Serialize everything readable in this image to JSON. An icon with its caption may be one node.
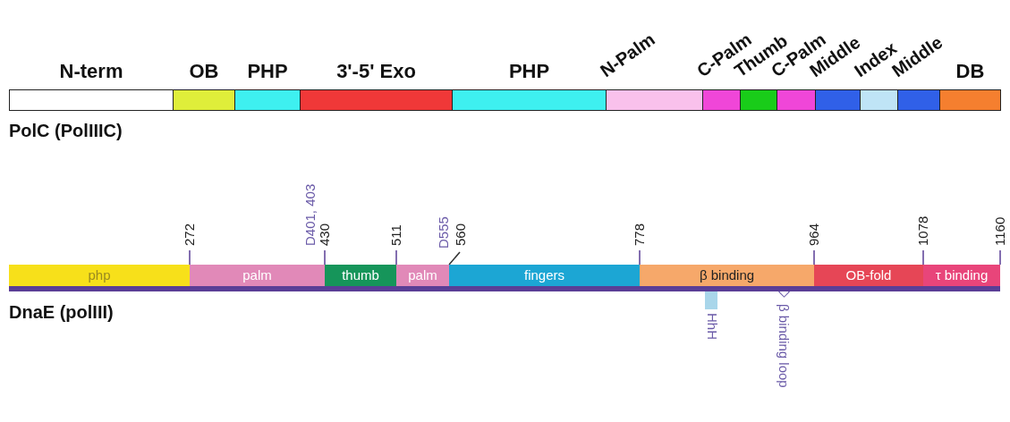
{
  "diagram": {
    "nodes": [
      {
        "text": [
          "N-term"
        ]
      },
      {
        "text": [
          "OB"
        ]
      },
      {
        "text": [
          "PHP"
        ]
      },
      {
        "text": [
          "3'-5' Exo"
        ]
      },
      {
        "text": [
          "PHP"
        ]
      },
      {
        "text": [
          "N-Palm"
        ]
      },
      {
        "text": [
          "C-Palm"
        ]
      },
      {
        "text": [
          "Thumb"
        ]
      },
      {
        "text": [
          "C-Palm"
        ]
      },
      {
        "text": [
          "Middle"
        ]
      },
      {
        "text": [
          "Index"
        ]
      },
      {
        "text": [
          "Middle"
        ]
      },
      {
        "text": [
          "DB"
        ]
      },
      {
        "text": [
          "php"
        ]
      },
      {
        "text": [
          "palm"
        ]
      },
      {
        "text": [
          "thumb"
        ]
      },
      {
        "text": [
          "palm"
        ]
      },
      {
        "text": [
          "fingers"
        ]
      },
      {
        "text": [
          "β binding"
        ]
      },
      {
        "text": [
          "OB-fold"
        ]
      },
      {
        "text": [
          "τ binding"
        ]
      },
      {
        "text": [
          "HhH"
        ]
      },
      {
        "text": [
          "β binding loop"
        ]
      },
      {
        "text": [],
        "shape": "bar"
      }
    ],
    "edges": [],
    "labels": [
      "PolC (PolIIIC)",
      "272",
      "D401, 403",
      "430",
      "511",
      "D555",
      "560",
      "778",
      "964",
      "1078",
      "1160",
      "DnaE (polIII)"
    ]
  }
}
